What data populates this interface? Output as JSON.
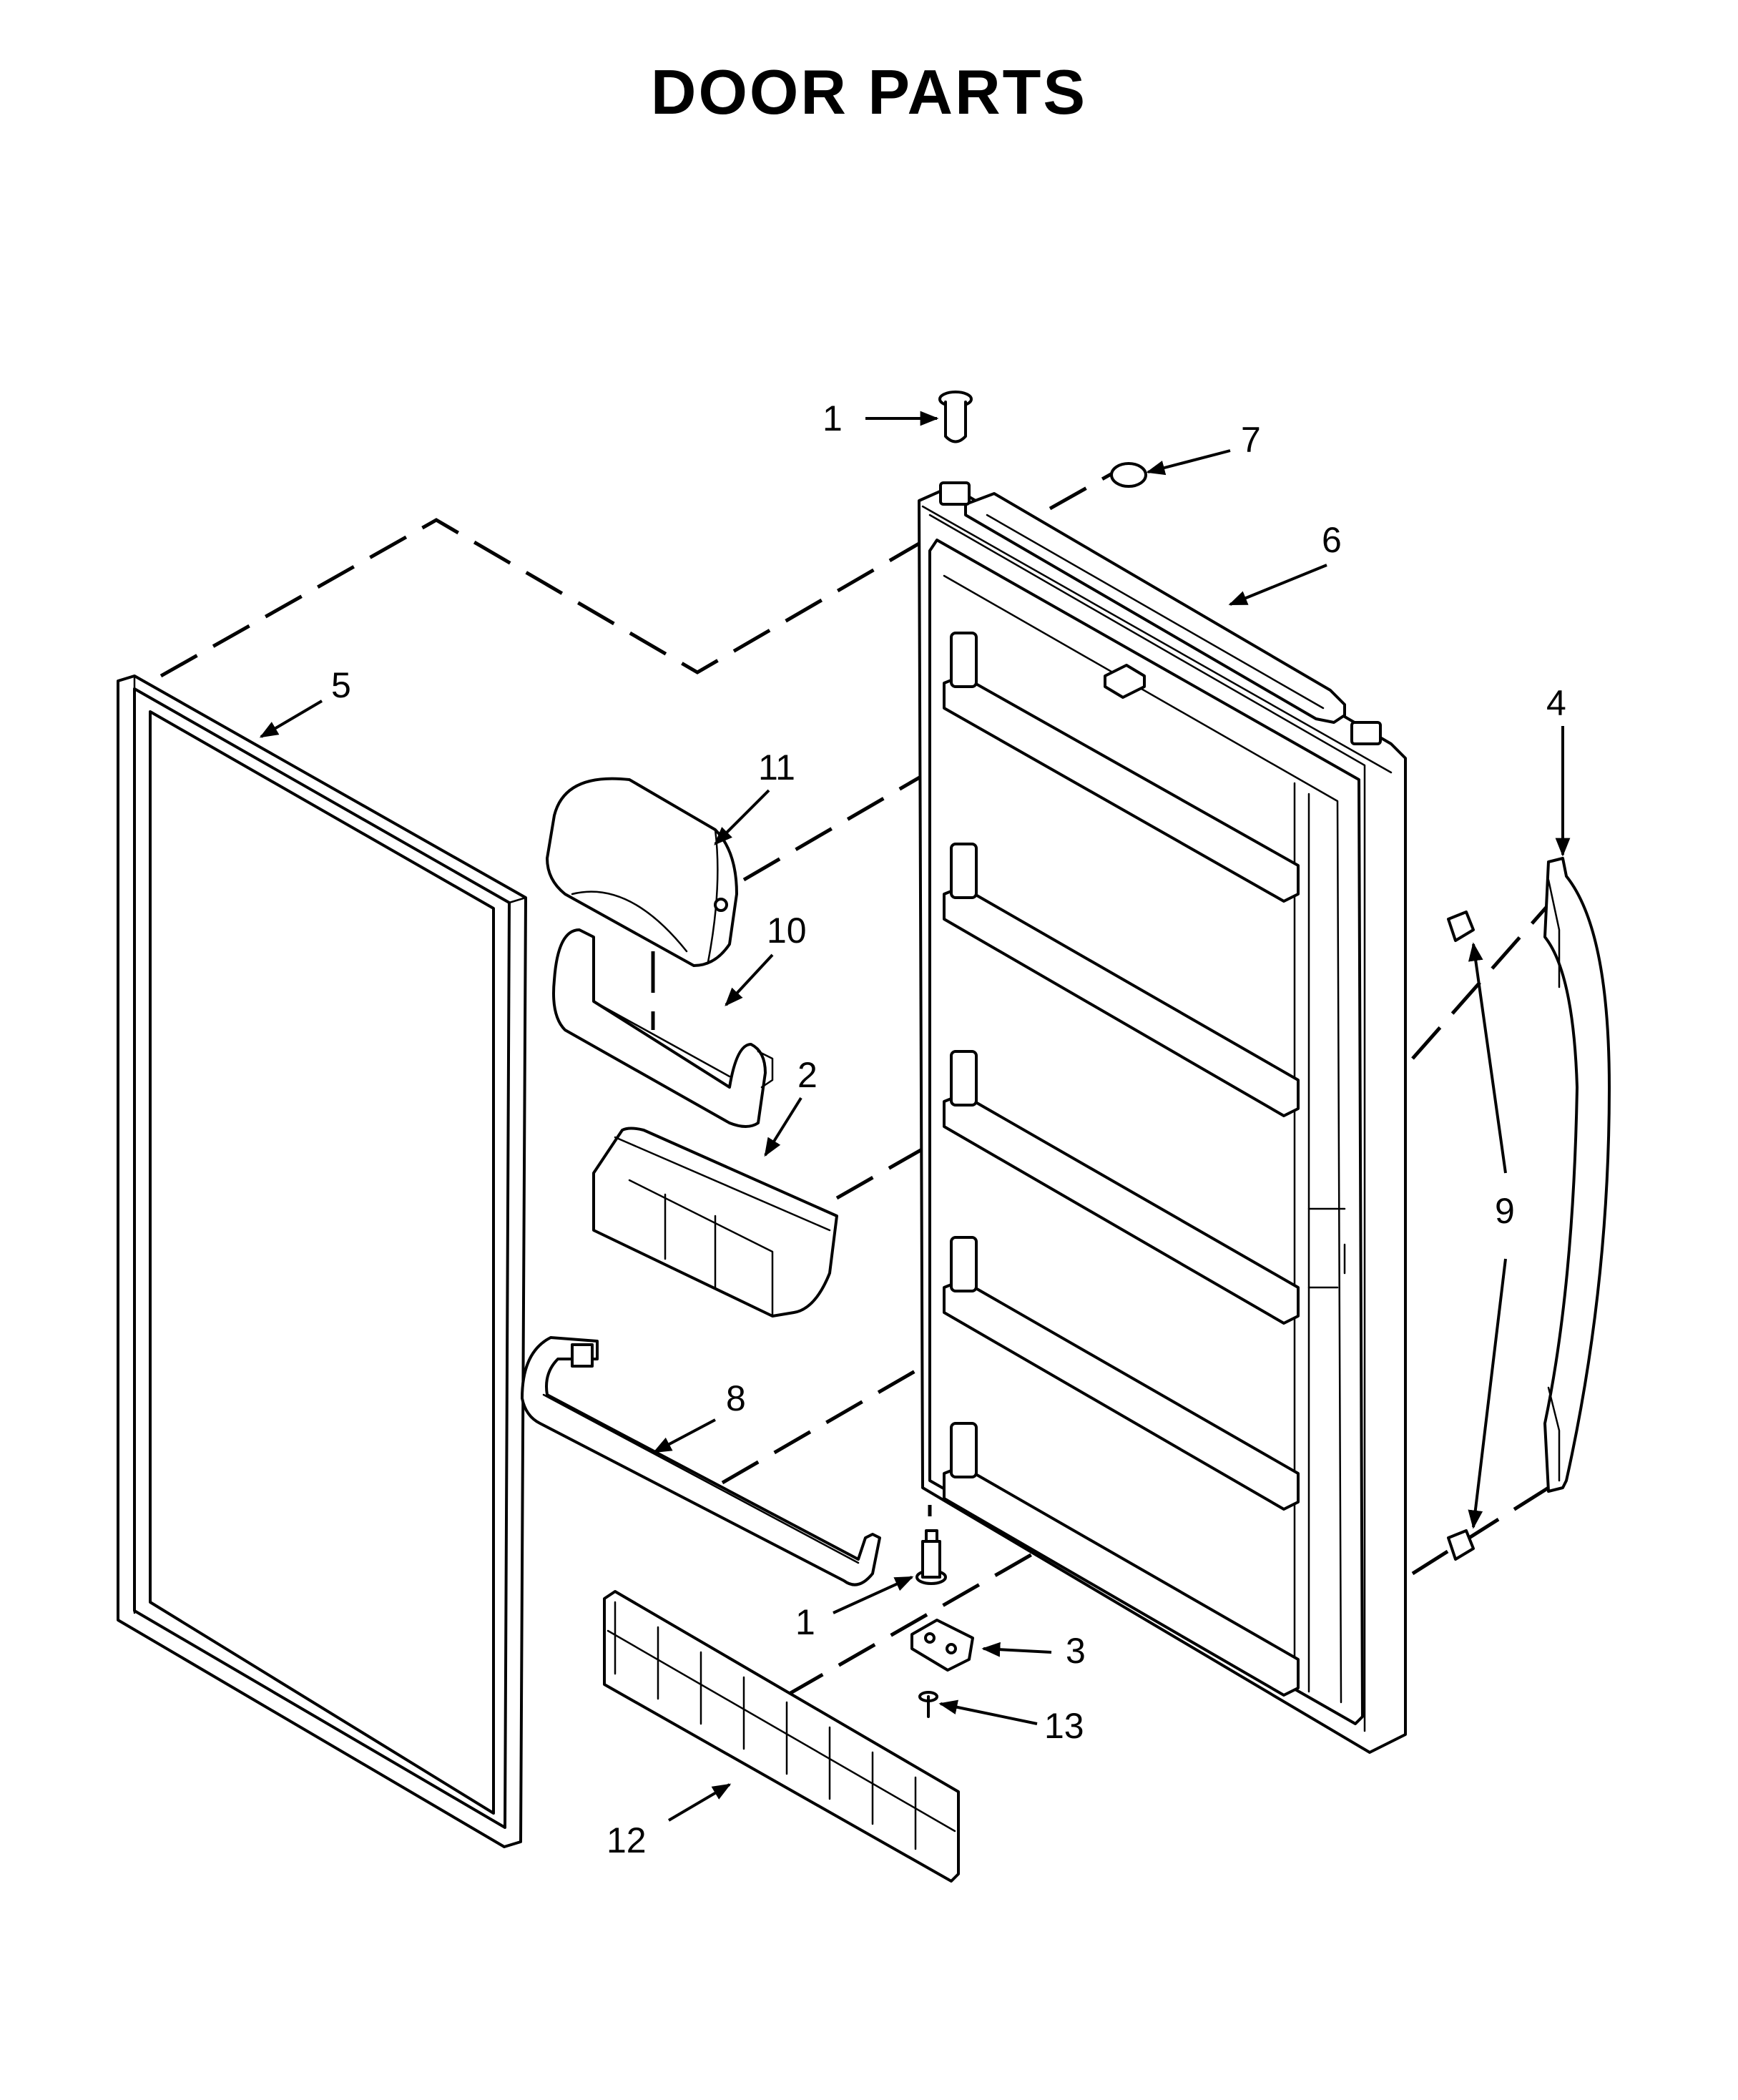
{
  "title": "DOOR PARTS",
  "callouts": [
    {
      "id": "c1top",
      "label": "1"
    },
    {
      "id": "c7",
      "label": "7"
    },
    {
      "id": "c6",
      "label": "6"
    },
    {
      "id": "c5",
      "label": "5"
    },
    {
      "id": "c4",
      "label": "4"
    },
    {
      "id": "c11",
      "label": "11"
    },
    {
      "id": "c10",
      "label": "10"
    },
    {
      "id": "c2",
      "label": "2"
    },
    {
      "id": "c9",
      "label": "9"
    },
    {
      "id": "c8",
      "label": "8"
    },
    {
      "id": "c1bot",
      "label": "1"
    },
    {
      "id": "c3",
      "label": "3"
    },
    {
      "id": "c13",
      "label": "13"
    },
    {
      "id": "c12",
      "label": "12"
    }
  ]
}
